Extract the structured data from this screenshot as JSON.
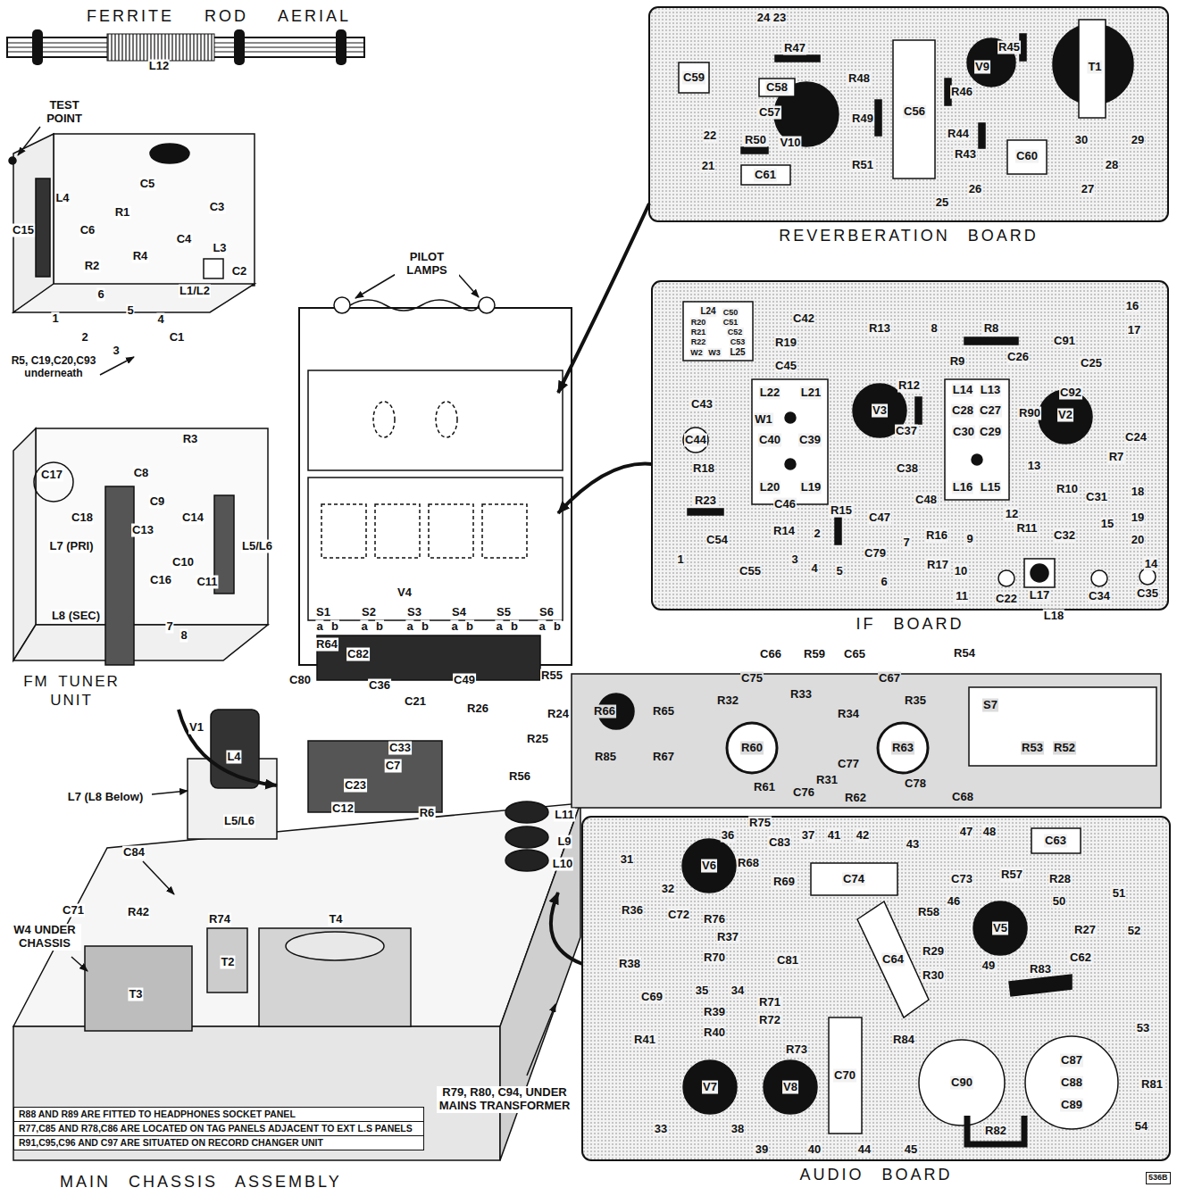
{
  "diagram": {
    "nodes": [
      {
        "text": [
          "REVERBERATION BOARD"
        ]
      },
      {
        "text": [
          "IF BOARD"
        ]
      },
      {
        "text": [
          "FM TUNER UNIT"
        ]
      },
      {
        "text": [
          "MAIN CHASSIS ASSEMBLY"
        ]
      },
      {
        "text": [
          "R88 AND R89 ARE FITTED TO HEADPHONES SOCKET PANEL",
          "R77,C85 AND R78,C86 ARE LOCATED ON TAG PANELS ADJACENT TO EXT L.S PANELS",
          "R91,C95,C96 AND C97 ARE SITUATED ON RECORD CHANGER UNIT"
        ]
      },
      {
        "text": [
          "AUDIO BOARD"
        ]
      },
      {
        "text": [
          "536B"
        ]
      }
    ],
    "edges": [
      {
        "from": 0,
        "to": 3,
        "arrow": "to"
      },
      {
        "from": 1,
        "to": 3,
        "arrow": "to"
      },
      {
        "from": 2,
        "to": 3,
        "arrow": "to"
      },
      {
        "from": 5,
        "to": 3,
        "arrow": "to"
      }
    ],
    "labels": [
      "FERRITE ROD AERIAL",
      "L12",
      "TEST POINT",
      "C5",
      "C3",
      "L4",
      "R1",
      "C6",
      "C15",
      "C4",
      "L3",
      "R2",
      "R4",
      "C2",
      "L1/L2",
      "6",
      "5",
      "4",
      "1",
      "2",
      "3",
      "C1",
      "R5, C19,C20,C93 underneath",
      "R3",
      "C17",
      "C8",
      "C9",
      "C18",
      "C14",
      "C13",
      "L7 (PRI)",
      "L5/L6",
      "C10",
      "C16",
      "C11",
      "L8 (SEC)",
      "7",
      "8",
      "PILOT LAMPS",
      "V4",
      "S1",
      "a",
      "b",
      "S2",
      "a",
      "b",
      "S3",
      "a",
      "b",
      "S4",
      "a",
      "b",
      "S5",
      "a",
      "b",
      "S6",
      "a",
      "b",
      "R64",
      "C82",
      "C80",
      "C36",
      "C21",
      "C49",
      "R55",
      "R26",
      "R24",
      "R25",
      "V1",
      "L4",
      "C33",
      "C7",
      "R56",
      "L7 (L8 Below)",
      "C23",
      "C12",
      "R6",
      "L5/L6",
      "L11",
      "L9",
      "L10",
      "C84",
      "C71",
      "R42",
      "R74",
      "T4",
      "W4 UNDER CHASSIS",
      "T2",
      "T3",
      "R79, R80, C94, UNDER MAINS TRANSFORMER",
      "C66",
      "R59",
      "C65",
      "R54",
      "C75",
      "C67",
      "R33",
      "R32",
      "R35",
      "R65",
      "R66",
      "R34",
      "S7",
      "R60",
      "R63",
      "R85",
      "R67",
      "C77",
      "R53",
      "R52",
      "R31",
      "R61",
      "C78",
      "C76",
      "R62",
      "C68",
      "24",
      "23",
      "R47",
      "R45",
      "C59",
      "V9",
      "T1",
      "R48",
      "C58",
      "R46",
      "C57",
      "C56",
      "R49",
      "R44",
      "22",
      "R50",
      "V10",
      "30",
      "29",
      "R43",
      "C60",
      "R51",
      "21",
      "28",
      "C61",
      "26",
      "27",
      "25",
      "L24",
      "C50",
      "R20",
      "C51",
      "R21",
      "C52",
      "R22",
      "C53",
      "W2",
      "W3",
      "L25",
      "16",
      "C42",
      "R13",
      "8",
      "R8",
      "17",
      "C91",
      "R19",
      "C26",
      "R9",
      "C25",
      "C45",
      "L22",
      "L21",
      "L14",
      "L13",
      "C92",
      "R12",
      "C43",
      "V3",
      "R90",
      "C28",
      "C27",
      "W1",
      "V2",
      "C24",
      "C40",
      "C39",
      "C44",
      "C30",
      "C29",
      "C37",
      "R7",
      "13",
      "C38",
      "R18",
      "L20",
      "L19",
      "L16",
      "L15",
      "R10",
      "18",
      "C31",
      "C48",
      "R23",
      "C46",
      "R15",
      "12",
      "19",
      "C47",
      "15",
      "R11",
      "R14",
      "2",
      "R16",
      "C32",
      "9",
      "C54",
      "20",
      "7",
      "C79",
      "3",
      "1",
      "14",
      "R17",
      "4",
      "5",
      "10",
      "C55",
      "6",
      "11",
      "C22",
      "L17",
      "C34",
      "C35",
      "L18",
      "R75",
      "47",
      "48",
      "36",
      "37",
      "41",
      "42",
      "C83",
      "C63",
      "43",
      "31",
      "R68",
      "V6",
      "C74",
      "C73",
      "R57",
      "R28",
      "R69",
      "32",
      "51",
      "50",
      "46",
      "R36",
      "R58",
      "C72",
      "R76",
      "V5",
      "R27",
      "52",
      "R37",
      "R29",
      "R70",
      "C81",
      "C64",
      "C62",
      "R38",
      "49",
      "R30",
      "R83",
      "35",
      "34",
      "C69",
      "R71",
      "R39",
      "R72",
      "53",
      "R40",
      "R41",
      "R84",
      "R73",
      "C87",
      "C70",
      "C88",
      "C90",
      "R81",
      "V7",
      "V8",
      "C89",
      "33",
      "38",
      "R82",
      "54",
      "39",
      "40",
      "44",
      "45"
    ]
  }
}
